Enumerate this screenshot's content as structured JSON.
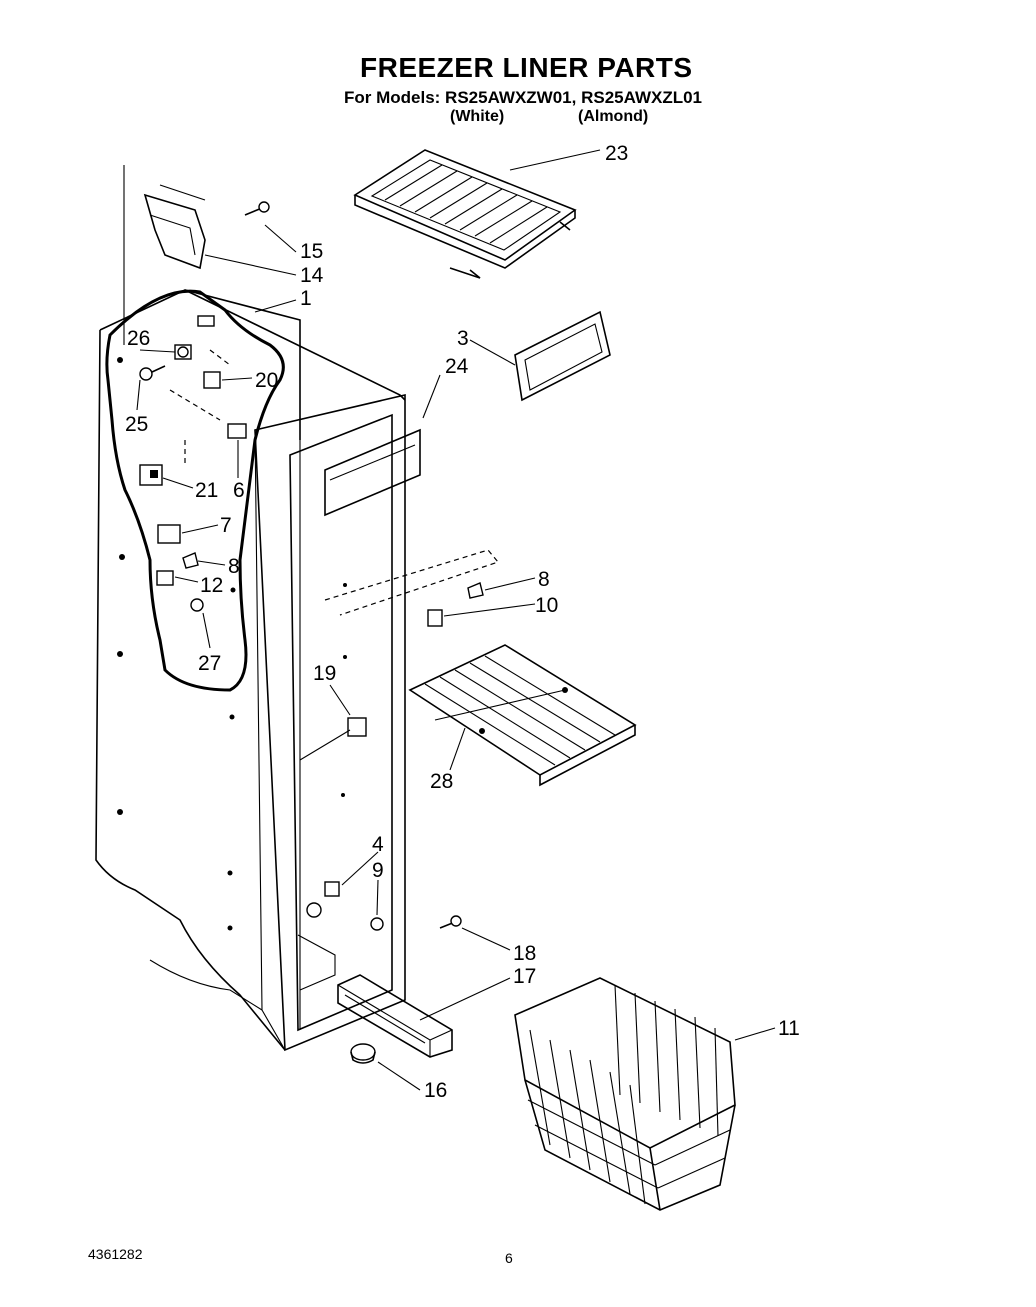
{
  "header": {
    "title": "FREEZER LINER PARTS",
    "models": "For Models: RS25AWXZW01, RS25AWXZL01",
    "color_white": "(White)",
    "color_almond": "(Almond)"
  },
  "callouts": {
    "c1": "1",
    "c3": "3",
    "c4": "4",
    "c6": "6",
    "c7": "7",
    "c8a": "8",
    "c8b": "8",
    "c9": "9",
    "c10": "10",
    "c11": "11",
    "c12": "12",
    "c14": "14",
    "c15": "15",
    "c16": "16",
    "c17": "17",
    "c18": "18",
    "c19": "19",
    "c20": "20",
    "c21": "21",
    "c23": "23",
    "c24": "24",
    "c25": "25",
    "c26": "26",
    "c27": "27",
    "c28": "28"
  },
  "footer": {
    "doc_number": "4361282",
    "page_number": "6"
  }
}
